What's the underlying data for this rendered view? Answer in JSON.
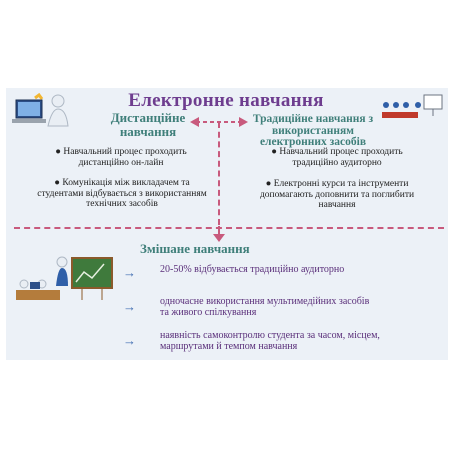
{
  "title": "Електронне навчання",
  "left": {
    "heading": "Дистанційне навчання",
    "bullets": [
      "Навчальний процес проходить дистанційно он-лайн",
      "Комунікація між викладачем та студентами відбувається з використанням технічних засобів"
    ]
  },
  "right": {
    "heading": "Традиційне навчання з використанням електронних засобів",
    "bullets": [
      "Навчальний процес проходить традиційно аудиторно",
      "Електронні курси та інструменти допомагають доповнити та поглибити навчання"
    ]
  },
  "mixed": {
    "heading": "Змішане навчання",
    "items": [
      "20-50% відбувається традиційно аудиторно",
      "одночасне використання мультимедійних засобів та живого спілкування",
      "наявність самоконтролю студента за часом, місцем, маршрутами й темпом навчання"
    ]
  },
  "colors": {
    "title": "#6e3d8f",
    "heading": "#3f7f7a",
    "divider": "#c85a7d",
    "arrow": "#3d6bb0"
  }
}
